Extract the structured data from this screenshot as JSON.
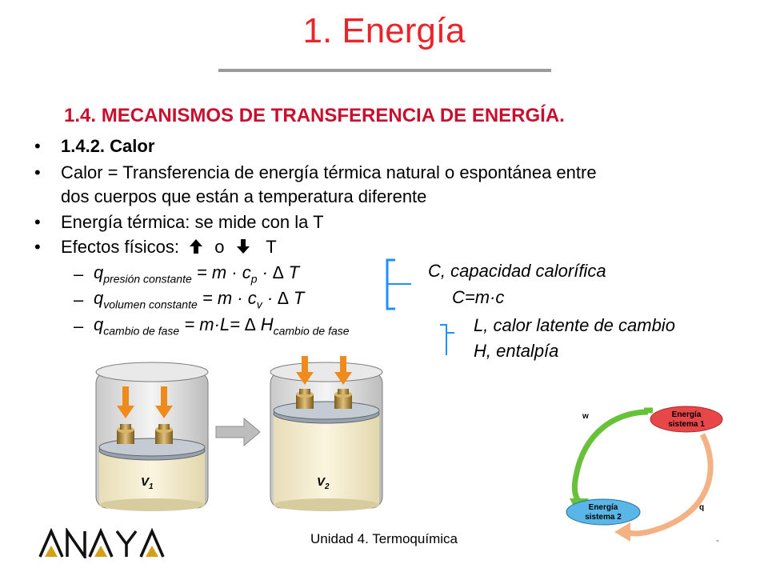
{
  "title": "1. Energía",
  "section": "1.4. MECANISMOS DE TRANSFERENCIA DE ENERGÍA.",
  "bullets": {
    "b1": "1.4.2. Calor",
    "b2_line1": "Calor = Transferencia de energía térmica natural o espontánea entre",
    "b2_line2": "dos cuerpos que están a temperatura diferente",
    "b3": "Energía térmica: se mide con la T",
    "b4_pre": "Efectos físicos:",
    "b4_mid": "o",
    "b4_post": "T",
    "bullet_char": "•",
    "dash_char": "–"
  },
  "equations": {
    "e1_q": "q",
    "e1_sub": "presión constante",
    "e1_eq": " =  m · c",
    "e1_csub": "p",
    "e1_rest": " · ∆ T",
    "e2_q": "q",
    "e2_sub": "volumen constante",
    "e2_eq": " =  m · c",
    "e2_csub": "v",
    "e2_rest": " · ∆ T",
    "e3_q": "q",
    "e3_sub": "cambio de fase",
    "e3_eq": " =  m·L= ∆ H",
    "e3_hsub": "cambio de fase"
  },
  "notes": {
    "n1": "C, capacidad calorífica",
    "n2": "C=m·c",
    "n3": "L, calor latente de cambio",
    "n4": "H, entalpía"
  },
  "figure_left": {
    "label_v1": "V",
    "label_v1_sub": "1",
    "label_v2": "V",
    "label_v2_sub": "2"
  },
  "figure_right": {
    "w": "w",
    "q": "q",
    "sys1_l1": "Energía",
    "sys1_l2": "sistema 1",
    "sys2_l1": "Energía",
    "sys2_l2": "sistema 2"
  },
  "footer": "Unidad 4. Termoquímica",
  "page_number": "-",
  "logo": "ANAYA",
  "colors": {
    "title": "#e8252a",
    "section": "#c8102e",
    "brace": "#1e90ff",
    "arrow_orange": "#ef8a1d",
    "sys1": "#e8474a",
    "sys2": "#5bb6e8"
  }
}
